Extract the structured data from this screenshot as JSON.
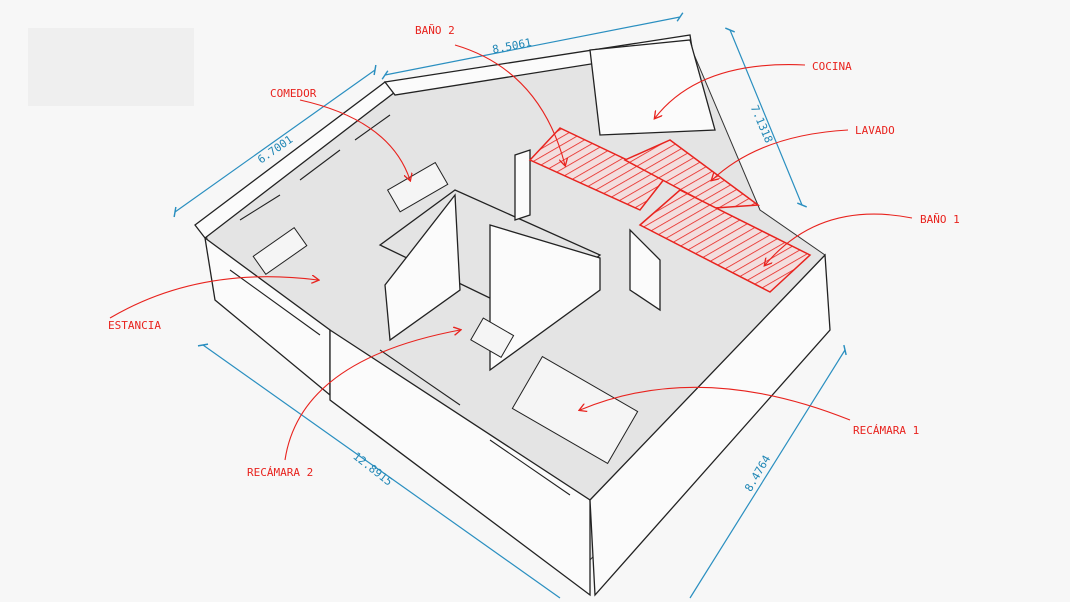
{
  "labels": {
    "bano2": "BAÑO 2",
    "cocina": "COCINA",
    "comedor": "COMEDOR",
    "lavado": "LAVADO",
    "bano1": "BAÑO 1",
    "estancia": "ESTANCIA",
    "recamara1": "RECÁMARA 1",
    "recamara2": "RECÁMARA 2"
  },
  "dimensions": {
    "top": "8.5061",
    "left": "6.7001",
    "right_top": "7.1318",
    "bottom_left": "12.8915",
    "bottom_right": "8.4764"
  },
  "colors": {
    "annotation": "#e8231e",
    "dimension": "#1f86b5",
    "background": "#f7f7f7"
  }
}
